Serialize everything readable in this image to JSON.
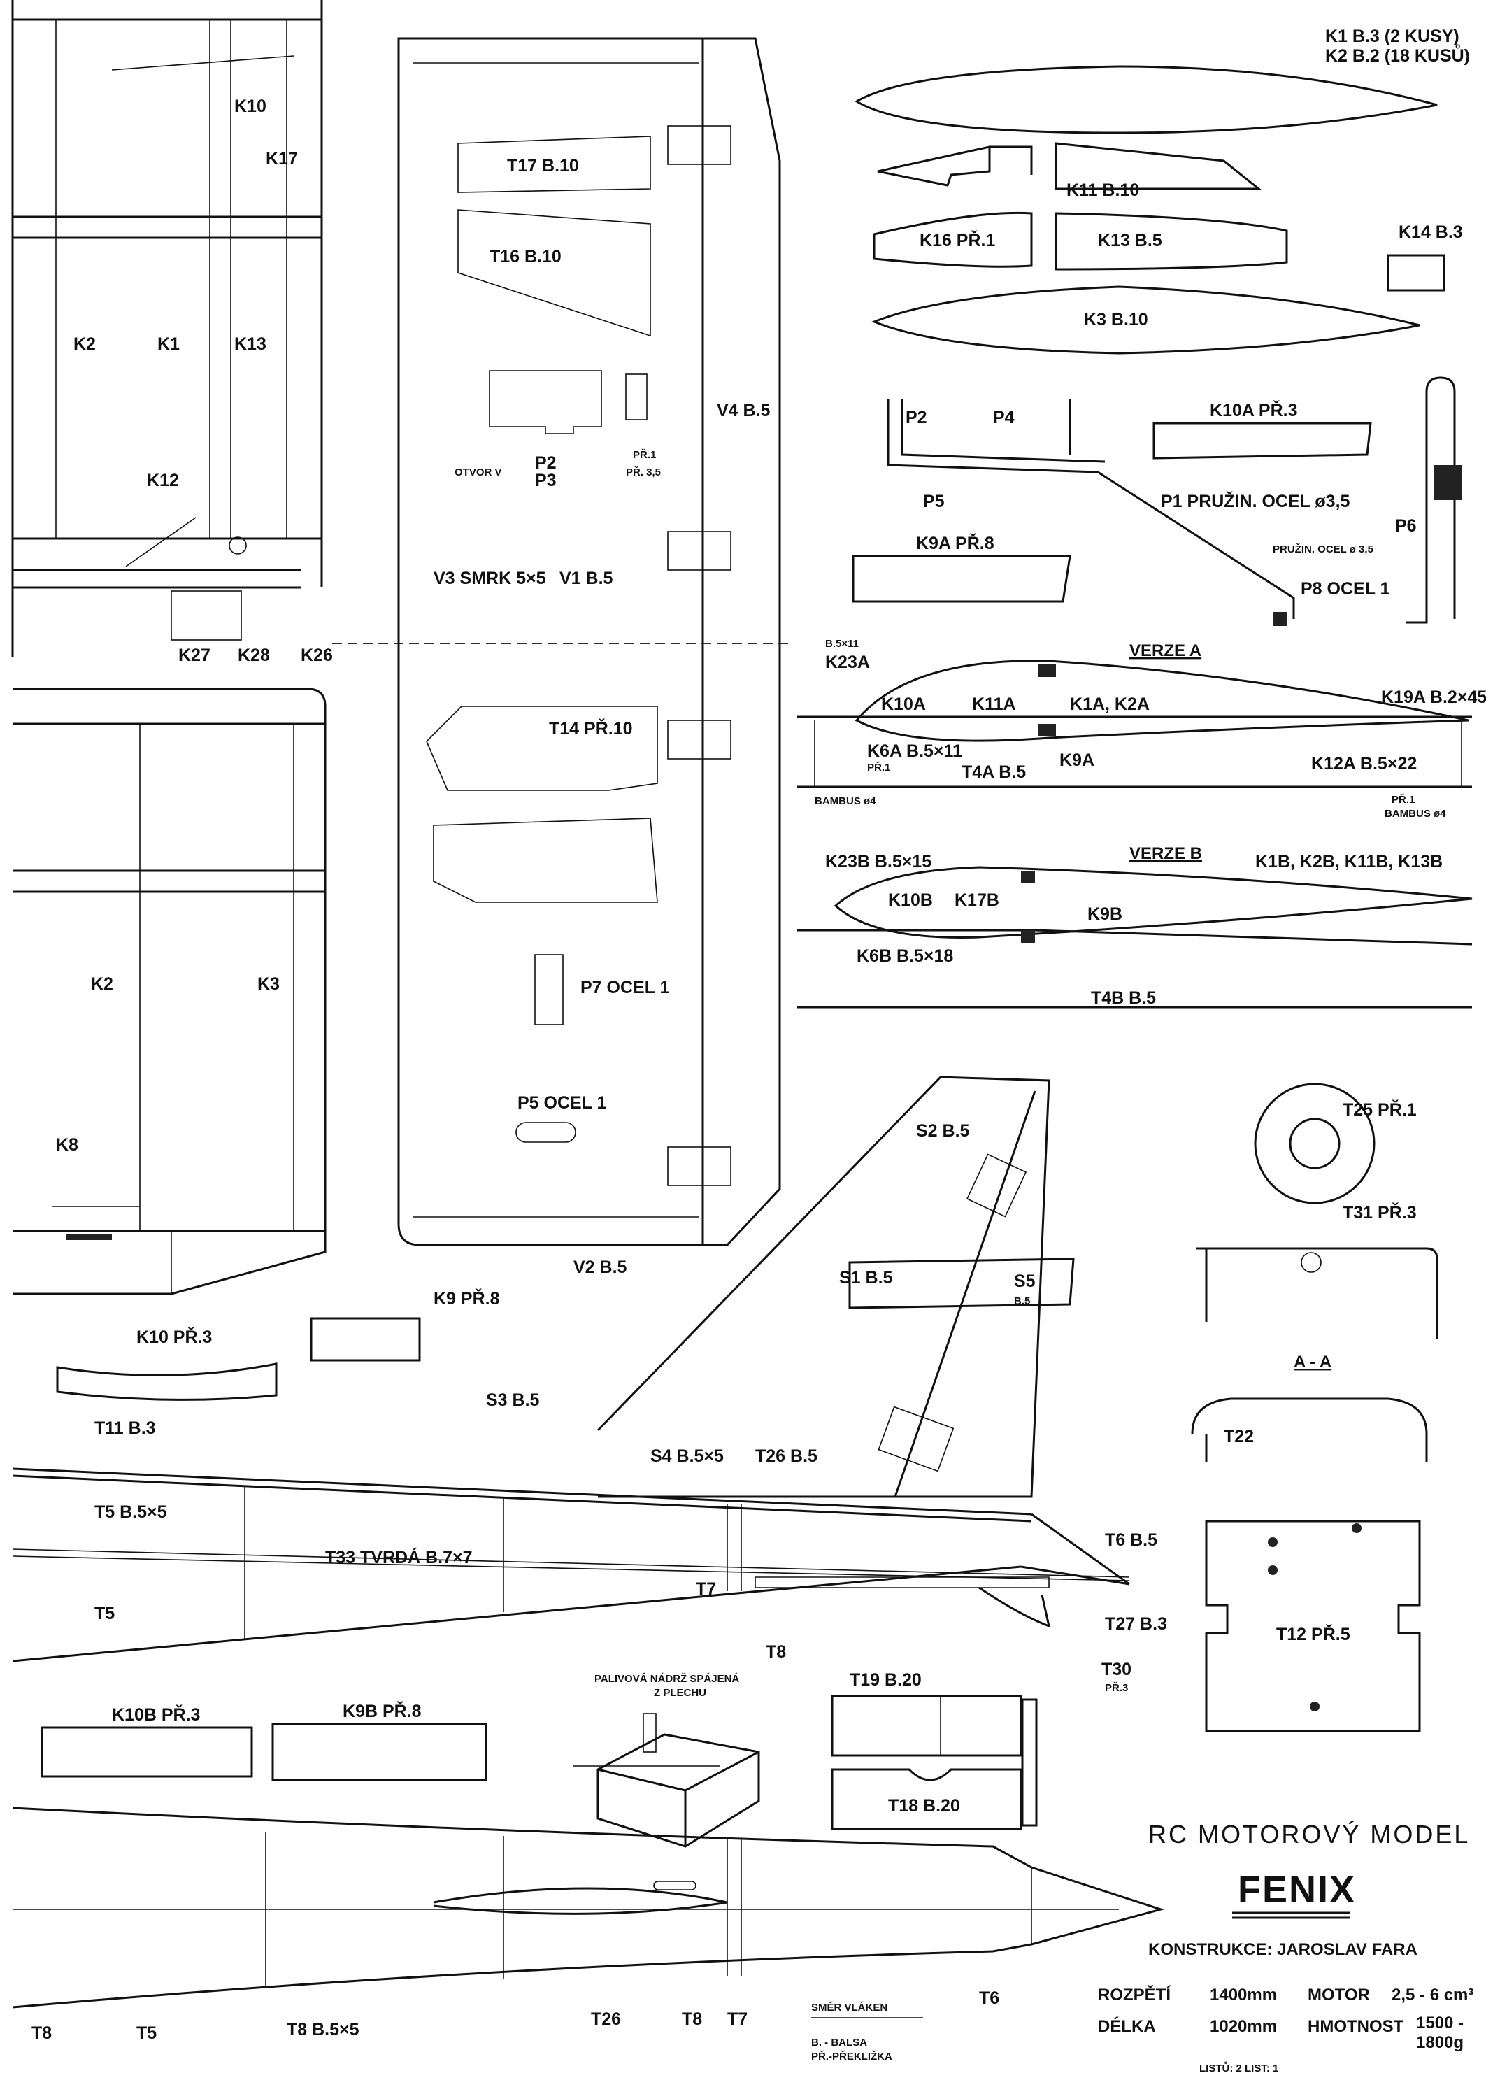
{
  "title": {
    "subtitle": "RC MOTOROVÝ MODEL",
    "name": "FENIX",
    "author": "KONSTRUKCE: JAROSLAV FARA"
  },
  "specs": {
    "span_label": "ROZPĚTÍ",
    "span_value": "1400mm",
    "motor_label": "MOTOR",
    "motor_value": "2,5 - 6 cm³",
    "length_label": "DÉLKA",
    "length_value": "1020mm",
    "mass_label": "HMOTNOST",
    "mass_value_1": "1500 -",
    "mass_value_2": "1800g"
  },
  "sheet_info": "LISTŮ: 2  LIST: 1",
  "legend": {
    "grain": "SMĚR VLÁKEN",
    "balsa": "B. -  BALSA",
    "plywood": "PŘ.-PŘEKLIŽKA"
  },
  "sections": {
    "verze_a": "VERZE A",
    "verze_b": "VERZE B",
    "aa": "A - A",
    "fuel_tank_1": "PALIVOVÁ NÁDRŽ SPÁJENÁ",
    "fuel_tank_2": "Z PLECHU"
  },
  "labels": {
    "k1_k2_a": "K1 B.3 (2 KUSY)",
    "k1_k2_b": "K2 B.2 (18 KUSŮ)",
    "k11": "K11 B.10",
    "k16": "K16 PŘ.1",
    "k13": "K13 B.5",
    "k14": "K14 B.3",
    "k3": "K3 B.10",
    "k10": "K10",
    "k17": "K17",
    "k2_top": "K2",
    "k1_top": "K1",
    "k13_top": "K13",
    "k12": "K12",
    "k27": "K27",
    "k28": "K28",
    "k26": "K26",
    "k2_mid": "K2",
    "k3_mid": "K3",
    "k8": "K8",
    "t17": "T17 B.10",
    "t16": "T16 B.10",
    "otvor": "OTVOR V",
    "p2p3": "P2",
    "p3": "P3",
    "pr1": "PŘ.1",
    "pr35": "PŘ. 3,5",
    "v4": "V4 B.5",
    "v3": "V3 SMRK 5×5",
    "v1": "V1 B.5",
    "t14": "T14 PŘ.10",
    "p7": "P7 OCEL 1",
    "p5ocel": "P5 OCEL 1",
    "v2": "V2 B.5",
    "p2": "P2",
    "p4": "P4",
    "p5": "P5",
    "p1": "P1 PRUŽIN. OCEL ø3,5",
    "k10a_pr3": "K10A PŘ.3",
    "p6": "P6",
    "p6_mat": "PRUŽIN. OCEL ø 3,5",
    "p8": "P8 OCEL 1",
    "k9a": "K9A PŘ.8",
    "k23a_b": "B.5×11",
    "k23a": "K23A",
    "k10a": "K10A",
    "k11a": "K11A",
    "k1a": "K1A, K2A",
    "k19a": "K19A B.2×45",
    "k6a": "K6A B.5×11",
    "k6a_pr": "PŘ.1",
    "t4a": "T4A B.5",
    "k9a_sec": "K9A",
    "k12a": "K12A B.5×22",
    "bambus_l": "BAMBUS ø4",
    "bambus_r_pr": "PŘ.1",
    "bambus_r": "BAMBUS ø4",
    "k23b": "K23B B.5×15",
    "k10b": "K10B",
    "k17b": "K17B",
    "k1b": "K1B, K2B, K11B, K13B",
    "k9b_sec": "K9B",
    "k6b": "K6B B.5×18",
    "t4b": "T4B B.5",
    "s2": "S2 B.5",
    "s1": "S1 B.5",
    "s5": "S5",
    "s5b": "B.5",
    "t25": "T25 PŘ.1",
    "t31": "T31 PŘ.3",
    "t22": "T22",
    "k9": "K9 PŘ.8",
    "k10pr": "K10 PŘ.3",
    "s3": "S3 B.5",
    "t11": "T11 B.3",
    "t5a": "T5 B.5×5",
    "s4": "S4 B.5×5",
    "t26a": "T26 B.5",
    "t6": "T6 B.5",
    "t33": "T33 TVRDÁ B.7×7",
    "t7": "T7",
    "t8": "T8",
    "t5b": "T5",
    "t27": "T27 B.3",
    "t30": "T30",
    "t30b": "PŘ.3",
    "t12": "T12 PŘ.5",
    "k10b_pr": "K10B PŘ.3",
    "k9b_pr": "K9B PŘ.8",
    "t19": "T19 B.20",
    "t18": "T18 B.20",
    "b_t8a": "T8",
    "b_t5": "T5",
    "b_t8b": "T8 B.5×5",
    "b_t26": "T26",
    "b_t8c": "T8",
    "b_t7": "T7",
    "b_t6": "T6"
  }
}
